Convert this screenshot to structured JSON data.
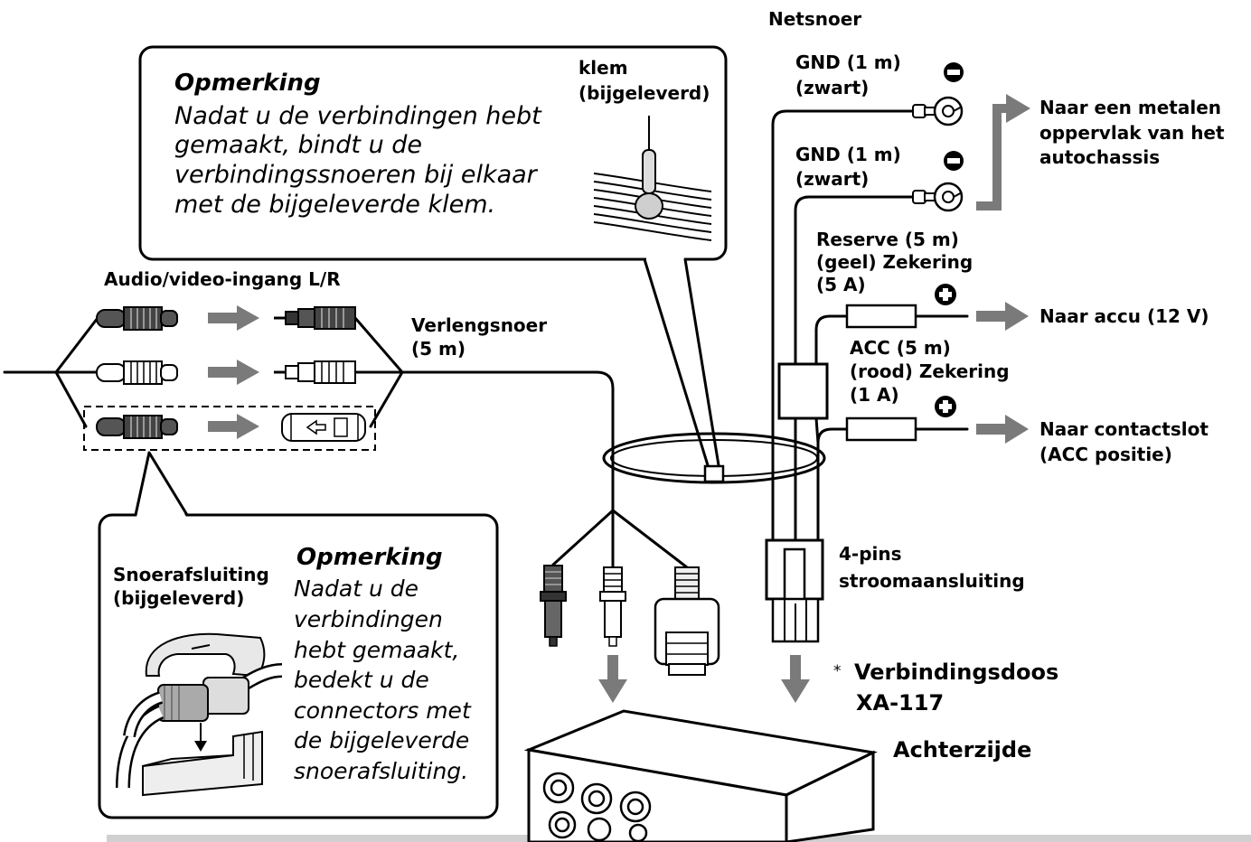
{
  "power_cord": {
    "label": "Netsnoer"
  },
  "note_top": {
    "title": "Opmerking",
    "lines": [
      "Nadat u de verbindingen hebt",
      "gemaakt, bindt u de",
      "verbindingssnoeren bij elkaar",
      "met de bijgeleverde klem."
    ]
  },
  "clamp": {
    "label": "klem",
    "sub": "(bijgeleverd)"
  },
  "gnd1": {
    "label": "GND (1 m)",
    "color": "(zwart)"
  },
  "gnd2": {
    "label": "GND (1 m)",
    "color": "(zwart)"
  },
  "chassis": {
    "lines": [
      "Naar een metalen",
      "oppervlak van het",
      "autochassis"
    ]
  },
  "reserve": {
    "lines": [
      "Reserve (5 m)",
      "(geel) Zekering",
      "(5 A)"
    ]
  },
  "battery": {
    "label": "Naar accu (12 V)"
  },
  "acc": {
    "lines": [
      "ACC (5 m)",
      "(rood) Zekering",
      "(1 A)"
    ]
  },
  "ignition": {
    "lines": [
      "Naar contactslot",
      "(ACC positie)"
    ]
  },
  "av_input": {
    "label": "Audio/video-ingang L/R"
  },
  "extension": {
    "lines": [
      "Verlengsnoer",
      "(5 m)"
    ]
  },
  "ferrite": {
    "lines": [
      "Snoerafsluiting",
      "(bijgeleverd)"
    ]
  },
  "note_bottom": {
    "title": "Opmerking",
    "lines": [
      "Nadat u de",
      "verbindingen",
      "hebt gemaakt,",
      "bedekt u de",
      "connectors met",
      "de bijgeleverde",
      "snoerafsluiting."
    ]
  },
  "pin_connector": {
    "lines": [
      "4-pins",
      "stroomaansluiting"
    ]
  },
  "junction_box": {
    "asterisk": "*",
    "name": "Verbindingsdoos",
    "model": "XA-117"
  },
  "rear": {
    "label": "Achterzijde"
  },
  "colors": {
    "arrow": "#7a7a7a",
    "wire": "#000000",
    "footer_band": "#d0d0d0",
    "dark_plug": "#555555"
  },
  "icons": [
    "minus-icon",
    "plus-icon",
    "ring-terminal-icon",
    "fuse-icon",
    "arrow-right-icon",
    "arrow-down-icon",
    "rca-plug-icon",
    "cable-clamp-icon",
    "ferrite-core-icon",
    "junction-box-icon"
  ]
}
